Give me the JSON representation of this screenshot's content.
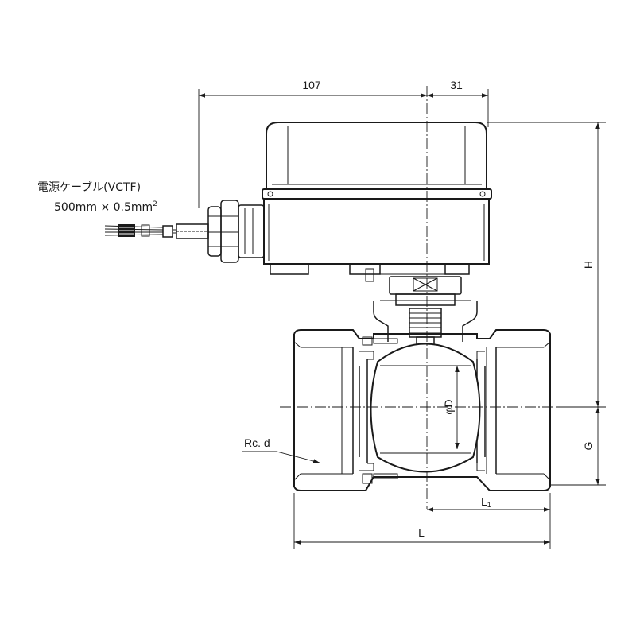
{
  "cable": {
    "title": "電源ケーブル(VCTF)",
    "spec_main": "500mm × 0.5mm",
    "spec_sup": "2"
  },
  "dimensions": {
    "width_107": "107",
    "width_31": "31",
    "height_H": "H",
    "height_G": "G",
    "length_L": "L",
    "length_L1_main": "L",
    "length_L1_sub": "1",
    "bore_D": "φD",
    "thread": "Rc. d"
  }
}
